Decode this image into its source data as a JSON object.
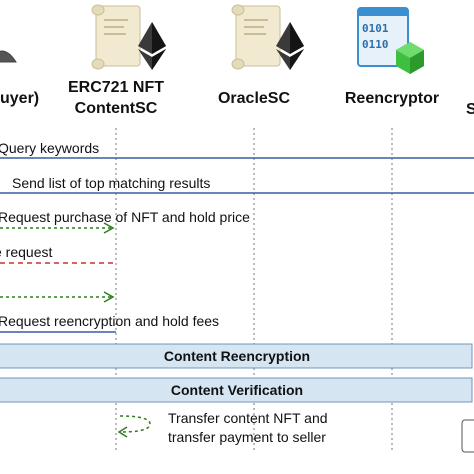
{
  "actors": {
    "buyer": "uyer)",
    "nft_contract_line1": "ERC721 NFT",
    "nft_contract_line2": "ContentSC",
    "oracle": "OracleSC",
    "reencryptor": "Reencryptor",
    "cutoff_right": "S"
  },
  "icons": {
    "contract_scroll": "scroll-with-ethereum-icon",
    "reencryptor": "binary-code-window-with-green-cube-icon",
    "buyer": "user-icon"
  },
  "messages": [
    {
      "id": "query",
      "text": "Query keywords",
      "style": "solid-blue"
    },
    {
      "id": "send_list",
      "text": "Send list of top matching results",
      "style": "solid-blue"
    },
    {
      "id": "purchase",
      "text": "Request purchase of NFT and hold price",
      "style": "dotted-green-right"
    },
    {
      "id": "request",
      "text": "e request",
      "style": "dashed-red"
    },
    {
      "id": "ack",
      "text": "",
      "style": "dotted-green-right"
    },
    {
      "id": "reencrypt",
      "text": "Request reencryption and hold fees",
      "style": "solid-blue"
    }
  ],
  "bands": [
    {
      "id": "content_reencryption",
      "text": "Content Reencryption"
    },
    {
      "id": "content_verification",
      "text": "Content Verification"
    }
  ],
  "final_message": {
    "line1": "Transfer content NFT and",
    "line2": "transfer payment to seller",
    "style": "dotted-green-left"
  },
  "colors": {
    "solid_line": "#3b5ba5",
    "green_arrow": "#2e7d1e",
    "red_dash": "#c0392b",
    "band_fill": "#d5e5f2",
    "band_stroke": "#6f95bf",
    "lifeline": "#777777",
    "ethereum": "#2b2b2b",
    "scroll": "#f1ead0",
    "reencryptor_blue": "#3a8fd0",
    "reencryptor_green": "#3fbf3f"
  }
}
